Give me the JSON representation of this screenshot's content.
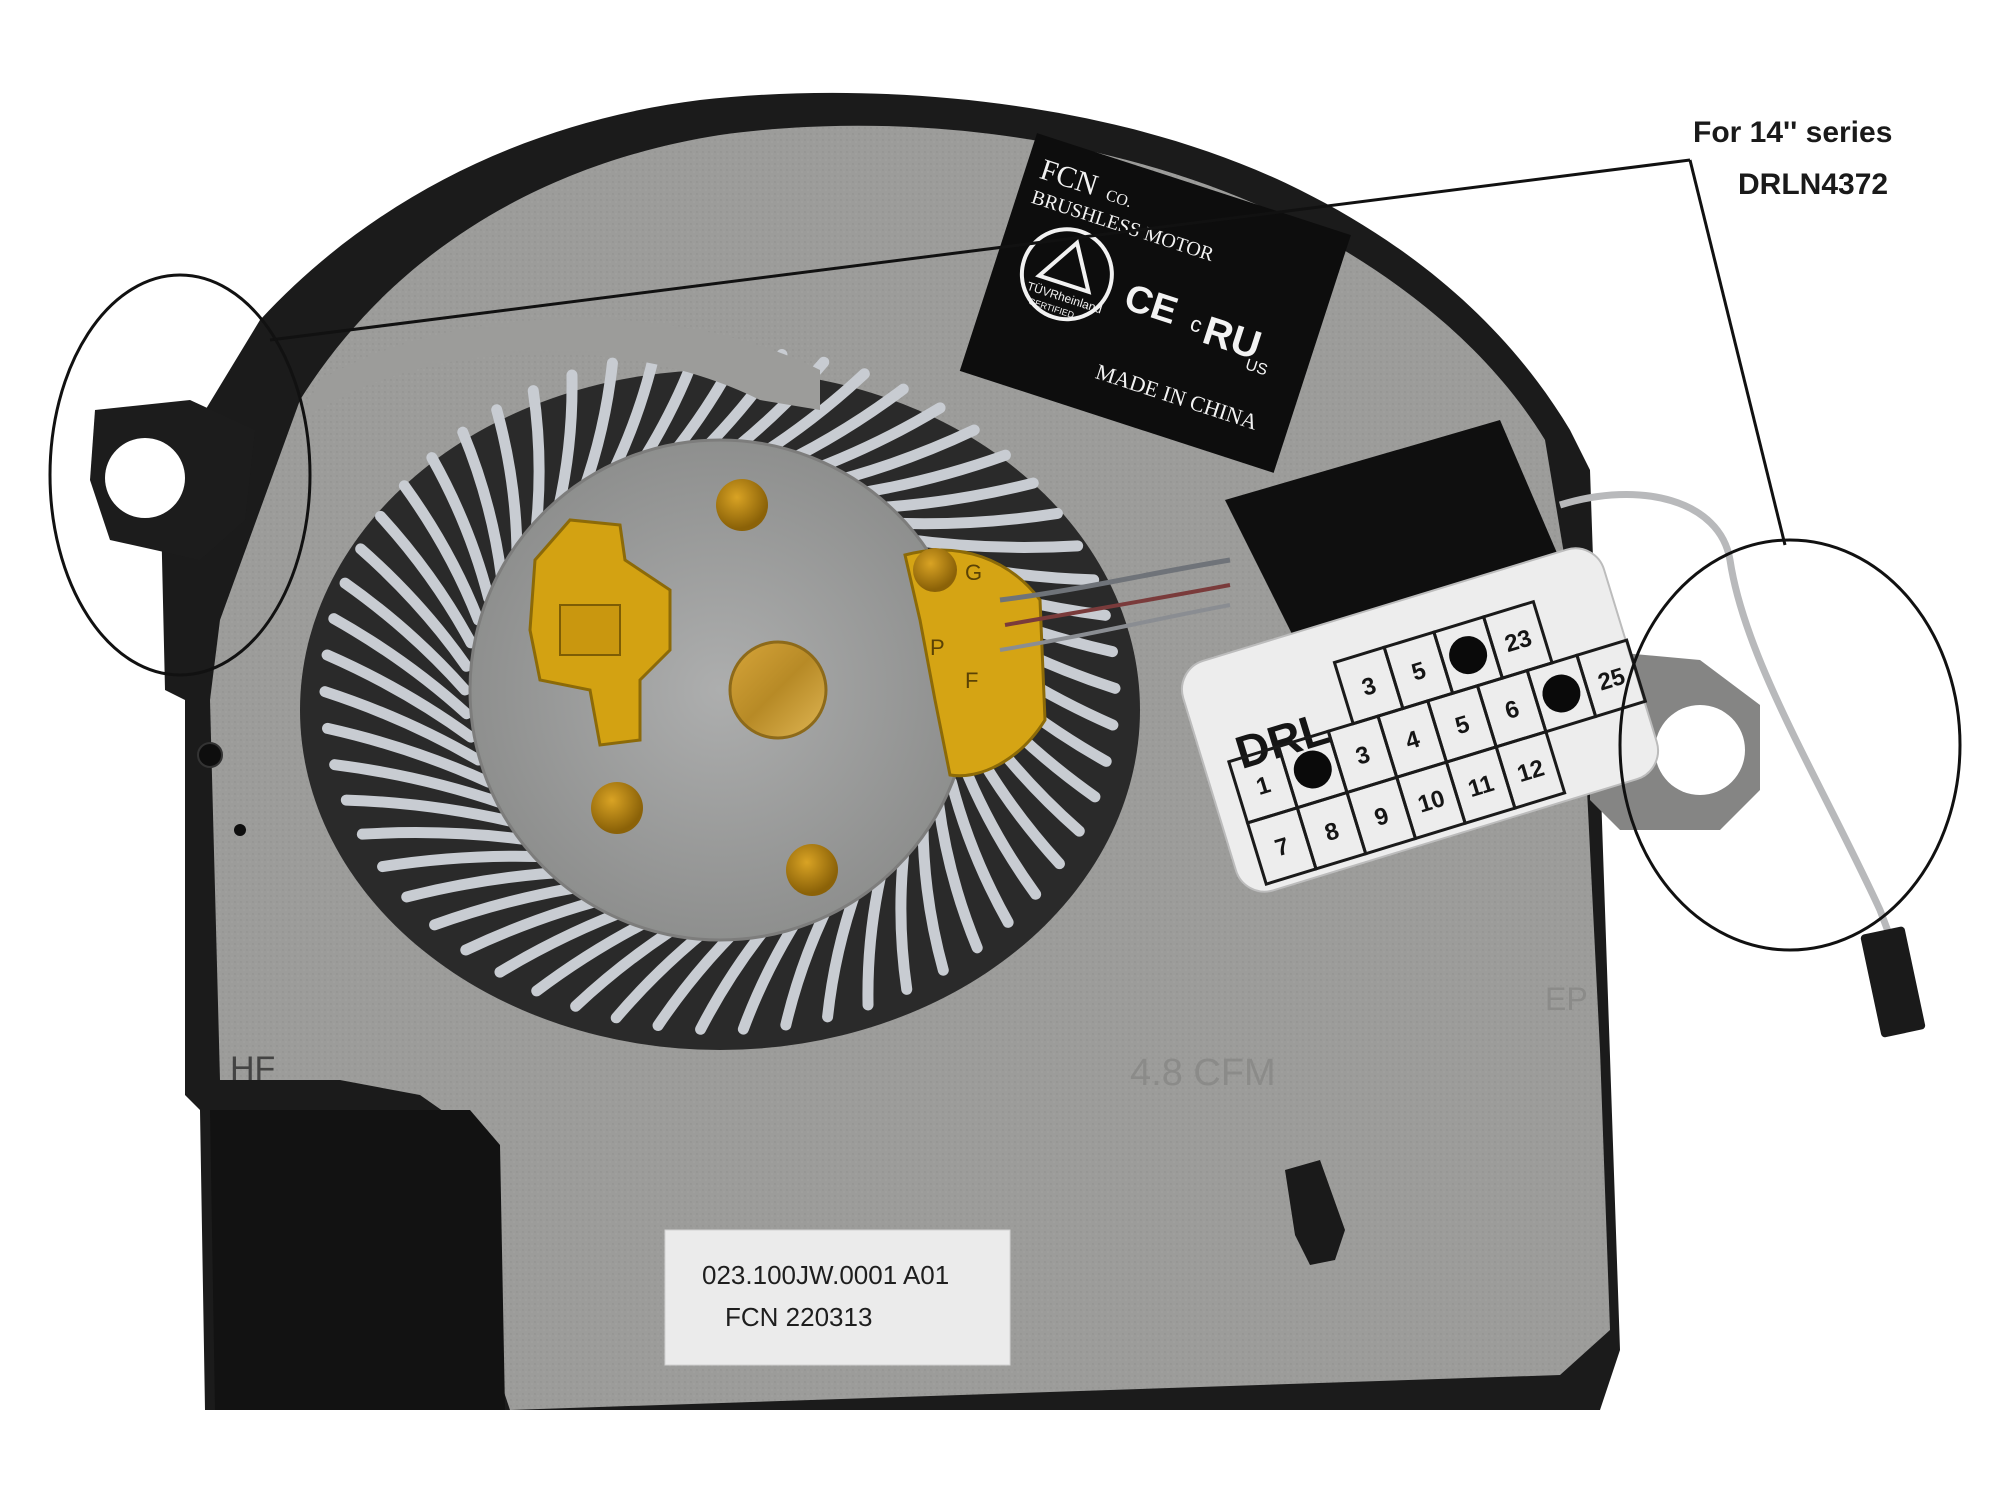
{
  "callout": {
    "series": "For 14'' series",
    "model": "DRLN4372"
  },
  "cert_sticker": {
    "brand": "FCN",
    "brand_suffix": "CO.",
    "line1": "BRUSHLESS MOTOR",
    "tuv": "TÜVRheinland",
    "tuv_sub": "CERTIFIED",
    "ce": "CE",
    "ul_c": "c",
    "ul": "RU",
    "ul_us": "US",
    "made_in": "MADE IN CHINA"
  },
  "hub_letters": {
    "g": "G",
    "p": "P",
    "f": "F"
  },
  "drl_sticker": {
    "title": "DRL",
    "row1": [
      "3",
      "5",
      "",
      "23"
    ],
    "row2": [
      "1",
      "",
      "3",
      "4",
      "5",
      "6",
      "",
      "25"
    ],
    "row3": [
      "7",
      "8",
      "9",
      "10",
      "11",
      "12"
    ]
  },
  "embossed": {
    "hf": "HF",
    "cfm": "4.8 CFM",
    "ep": "EP"
  },
  "part_label": {
    "line1": "023.100JW.0001   A01",
    "line2": "FCN      220313"
  },
  "colors": {
    "housing": "#9d9d9b",
    "frame": "#171717",
    "sticker_black": "#0d0d0d",
    "label_white": "#ececec",
    "fan_blade": "#c8ccd2",
    "pcb": "#d6a30c",
    "screw": "#b98a13"
  }
}
